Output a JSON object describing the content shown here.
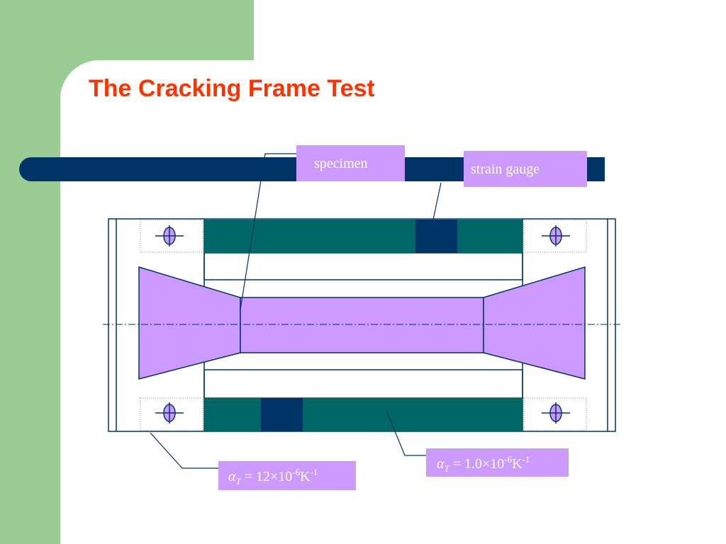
{
  "slide": {
    "title": "The Cracking Frame Test"
  },
  "labels": {
    "specimen": "specimen",
    "strain_gauge": "strain gauge",
    "alpha_outer": {
      "symbol": "α",
      "subscript": "T",
      "eq": " = 12×10",
      "exp": "-6",
      "unit": "K",
      "unit_exp": "-1"
    },
    "alpha_inner": {
      "symbol": "α",
      "subscript": "T",
      "eq": " = 1.0×10",
      "exp": "-6",
      "unit": "K",
      "unit_exp": "-1"
    }
  },
  "colors": {
    "sidebar_green": "#9ccc95",
    "title_red": "#ff3300",
    "navy_bar": "#003366",
    "frame_teal": "#006666",
    "specimen_violet": "#cc99ff",
    "label_violet": "#cc99ff",
    "line_navy": "#003366"
  }
}
